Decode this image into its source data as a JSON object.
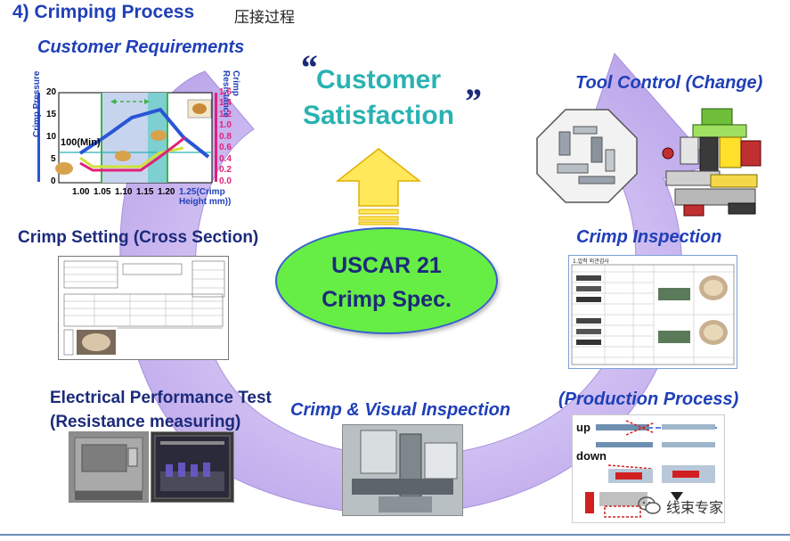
{
  "header": {
    "title": "4) Crimping Process",
    "title_cn": "压接过程"
  },
  "center": {
    "quote_open": "“",
    "quote_close": "”",
    "satisfaction_line1": "Customer",
    "satisfaction_line2": "Satisfaction",
    "spec_line1": "USCAR 21",
    "spec_line2": "Crimp Spec."
  },
  "labels": {
    "customer_requirements": "Customer Requirements",
    "tool_control": "Tool Control (Change)",
    "crimp_setting": "Crimp Setting (Cross Section)",
    "crimp_inspection": "Crimp Inspection",
    "electrical_test_line1": "Electrical Performance Test",
    "electrical_test_line2": "(Resistance measuring)",
    "crimp_visual": "Crimp & Visual Inspection",
    "production_process": "(Production Process)",
    "up": "up",
    "down": "down"
  },
  "chart": {
    "y_left_label": "Crimp Pressure",
    "y_right_label": "Crimp Resistance",
    "x_label": "1.25(Crimp Height mm))",
    "annotation": "100(Min)",
    "x_ticks": [
      "1.00",
      "1.05",
      "1.10",
      "1.15",
      "1.20"
    ],
    "y_left_ticks": [
      "20",
      "15",
      "10",
      "5",
      "0"
    ],
    "y_right_ticks": [
      "1.6",
      "1.4",
      "1.2",
      "1.0",
      "0.8",
      "0.6",
      "0.4",
      "0.2",
      "0.0"
    ]
  },
  "doc_texts": {
    "inspection_header": "1.압착 외관검사"
  },
  "watermark": "线束专家",
  "colors": {
    "accent_blue": "#1f3fb8",
    "teal": "#2ab2b2",
    "oval_green": "#66ee44",
    "oval_border": "#3a5fd0",
    "arrow_yellow": "#ffe85a",
    "arrow_lavender": "#c9b6ec"
  }
}
